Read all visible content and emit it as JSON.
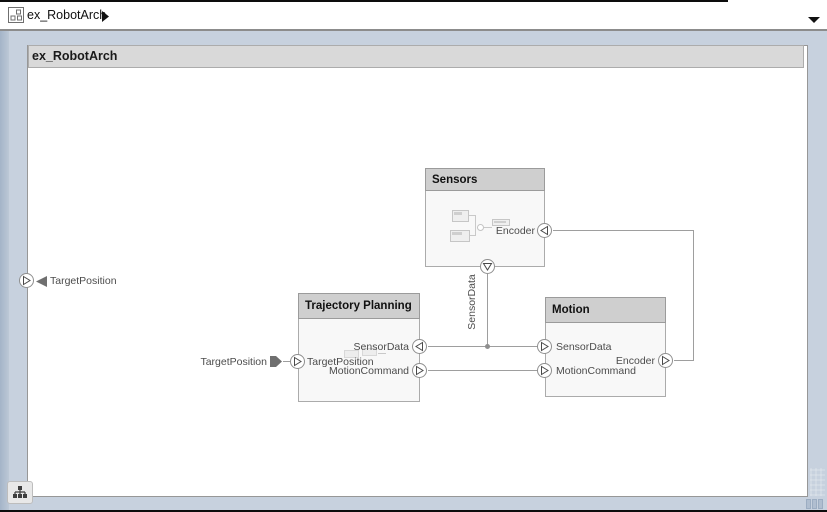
{
  "window": {
    "breadcrumb": {
      "label": "ex_RobotArch"
    }
  },
  "diagram": {
    "title": "ex_RobotArch"
  },
  "boundary": {
    "input_label": "TargetPosition",
    "signal_label": "TargetPosition"
  },
  "components": {
    "sensors": {
      "name": "Sensors",
      "ports": {
        "encoder": "Encoder",
        "sensor_data": "SensorData"
      }
    },
    "trajectory_planning": {
      "name": "Trajectory Planning",
      "ports": {
        "sensor_data": "SensorData",
        "target_position": "TargetPosition",
        "motion_command": "MotionCommand"
      }
    },
    "motion": {
      "name": "Motion",
      "ports": {
        "sensor_data": "SensorData",
        "motion_command": "MotionCommand",
        "encoder": "Encoder"
      }
    }
  },
  "icons": {
    "breadcrumb_model": "model-icon",
    "breadcrumb_caret": "caret-right-icon",
    "title_dropdown": "caret-down-icon",
    "bottom_left": "hierarchy-icon"
  },
  "colors": {
    "workspace": "#c7d1de",
    "canvas": "#ffffff",
    "block_header": "#cfcfcf",
    "block_body": "#f8f8f8",
    "connector": "#9e9e9e",
    "label_text": "#4c4c4c"
  }
}
